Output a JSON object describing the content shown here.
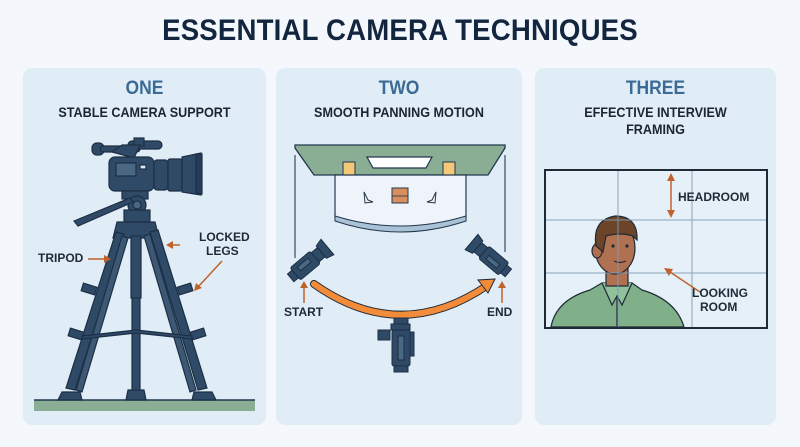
{
  "title": "ESSENTIAL CAMERA TECHNIQUES",
  "colors": {
    "background": "#f4f8fc",
    "card": "#e1edf6",
    "title": "#13263f",
    "number": "#3b6a95",
    "equipment": "#2f4a66",
    "accent_arrow": "#c0622b",
    "pan_arrow": "#f28c3b",
    "green": "#8aae94"
  },
  "cards": [
    {
      "number": "ONE",
      "subtitle": "STABLE CAMERA SUPPORT",
      "illustration": "camcorder-on-tripod",
      "labels": {
        "tripod": "TRIPOD",
        "locked_legs_1": "LOCKED",
        "locked_legs_2": "LEGS"
      }
    },
    {
      "number": "TWO",
      "subtitle": "SMOOTH PANNING MOTION",
      "illustration": "top-down-pan-diagram",
      "labels": {
        "start": "START",
        "end": "END"
      }
    },
    {
      "number": "THREE",
      "subtitle_1": "EFFECTIVE INTERVIEW",
      "subtitle_2": "FRAMING",
      "illustration": "rule-of-thirds-interview-frame",
      "labels": {
        "headroom": "HEADROOM",
        "looking_room_1": "LOOKING",
        "looking_room_2": "ROOM"
      }
    }
  ]
}
